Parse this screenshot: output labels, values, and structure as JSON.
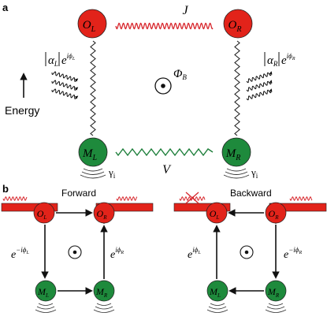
{
  "colors": {
    "node_red": "#e2231a",
    "node_green": "#1e8a3c",
    "wave_red": "#d7262c",
    "wave_green": "#1e7f3b",
    "line": "#222222",
    "bar": "#e2231a"
  },
  "panel_a": {
    "label": "a",
    "nodes": {
      "OL": {
        "base": "O",
        "sub": "L"
      },
      "OR": {
        "base": "O",
        "sub": "R"
      },
      "ML": {
        "base": "M",
        "sub": "L"
      },
      "MR": {
        "base": "M",
        "sub": "R"
      }
    },
    "coupling_top": "J",
    "coupling_bottom": "V",
    "drive_left": {
      "mag_base": "α",
      "mag_sub": "L",
      "exp_base": "e",
      "exp_sup": "iϕ",
      "exp_sup_sub": "L"
    },
    "drive_right": {
      "mag_base": "α",
      "mag_sub": "R",
      "exp_base": "e",
      "exp_sup": "iϕ",
      "exp_sup_sub": "R"
    },
    "phase_base": "Φ",
    "phase_sub": "B",
    "gamma_left": "γ",
    "gamma_left_sub": "i",
    "gamma_right": "γ",
    "gamma_right_sub": "i",
    "energy_label": "Energy",
    "icons": [
      "wavy-arrows-icon",
      "energy-arrow-icon",
      "field-out-of-page-icon",
      "damping-arcs-icon"
    ]
  },
  "panel_b": {
    "label": "b",
    "forward": {
      "title": "Forward",
      "nodes": {
        "OL": {
          "base": "O",
          "sub": "L"
        },
        "OR": {
          "base": "O",
          "sub": "R"
        },
        "ML": {
          "base": "M",
          "sub": "L"
        },
        "MR": {
          "base": "M",
          "sub": "R"
        }
      },
      "phase_left": {
        "base": "e",
        "sup": "−iϕ",
        "sup_sub": "L"
      },
      "phase_right": {
        "base": "e",
        "sup": "iϕ",
        "sup_sub": "R"
      }
    },
    "backward": {
      "title": "Backward",
      "nodes": {
        "OL": {
          "base": "O",
          "sub": "L"
        },
        "OR": {
          "base": "O",
          "sub": "R"
        },
        "ML": {
          "base": "M",
          "sub": "L"
        },
        "MR": {
          "base": "M",
          "sub": "R"
        }
      },
      "phase_left": {
        "base": "e",
        "sup": "iϕ",
        "sup_sub": "L"
      },
      "phase_right": {
        "base": "e",
        "sup": "−iϕ",
        "sup_sub": "R"
      }
    }
  }
}
